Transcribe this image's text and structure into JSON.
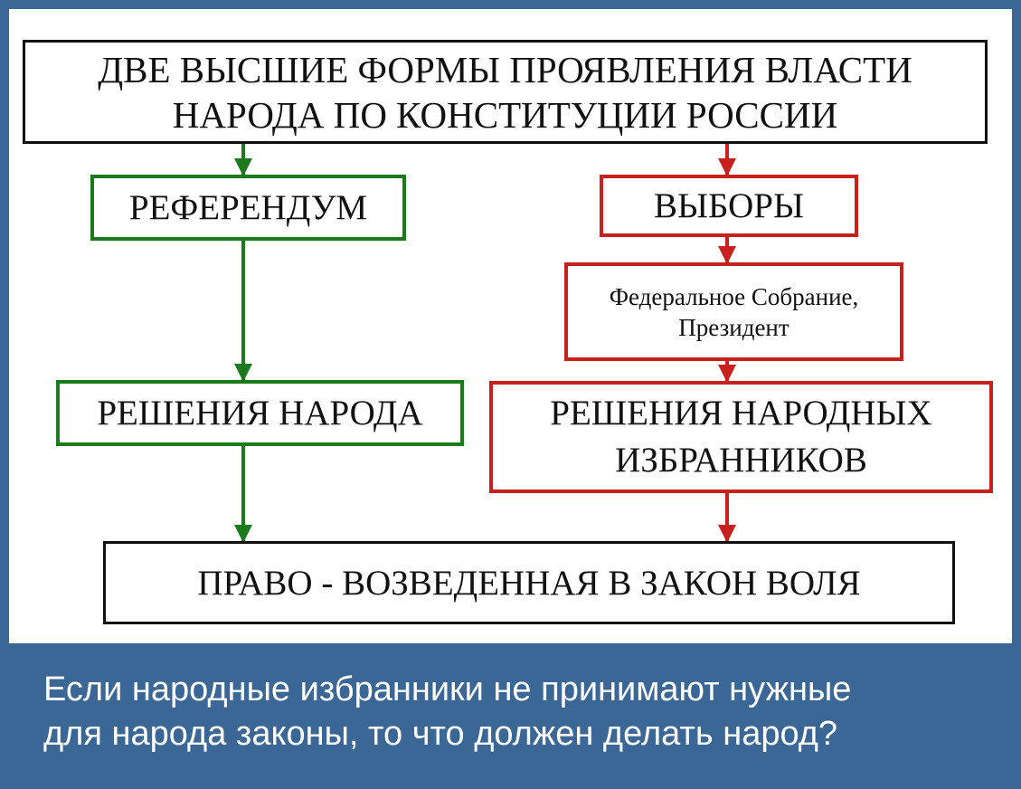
{
  "diagram": {
    "title": "ДВЕ ВЫСШИЕ ФОРМЫ ПРОЯВЛЕНИЯ ВЛАСТИ\nНАРОДА ПО КОНСТИТУЦИИ РОССИИ",
    "referendum": "РЕФЕРЕНДУМ",
    "elections": "ВЫБОРЫ",
    "federal_assembly": "Федеральное Собрание,\nПрезидент",
    "people_decisions": "РЕШЕНИЯ НАРОДА",
    "representatives_decisions": "РЕШЕНИЯ НАРОДНЫХ\nИЗБРАННИКОВ",
    "law": "ПРАВО - ВОЗВЕДЕННАЯ В ЗАКОН ВОЛЯ",
    "colors": {
      "green": "#1c7a1c",
      "red": "#c8201c",
      "black": "#111111"
    }
  },
  "caption": "Если народные избранники не принимают нужные\nдля народа законы, то что должен делать народ?",
  "colors": {
    "background": "#3a6795",
    "panel": "#ffffff",
    "caption_text": "#ffffff"
  }
}
